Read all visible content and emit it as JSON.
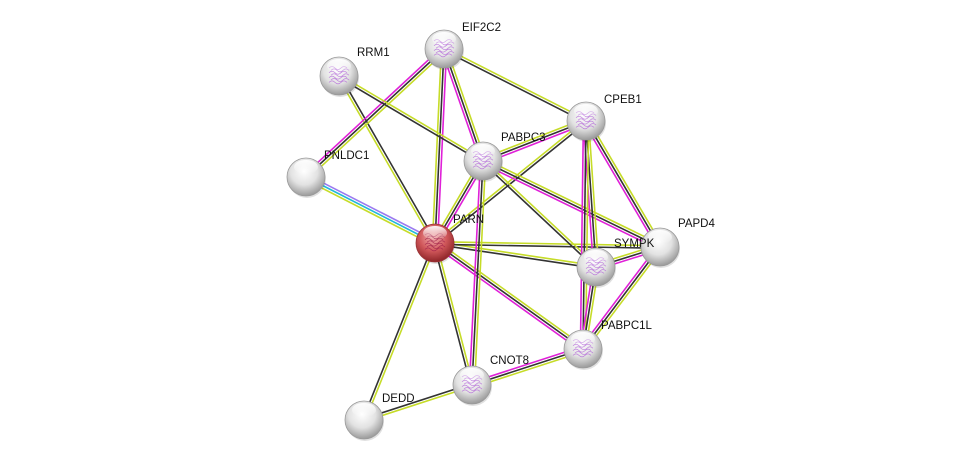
{
  "title": "Protein interaction network",
  "colors": {
    "node_default": "#d8d8d8",
    "node_query": "#d9494e",
    "edge_textmining": "#c6dc28",
    "edge_coexpression": "#333333",
    "edge_experiments": "#e020d8",
    "edge_database": "#22b8d8",
    "edge_homology": "#9a7af0"
  },
  "nodes": [
    {
      "id": "PARN",
      "label": "PARN",
      "query": true,
      "structure": true
    },
    {
      "id": "EIF2C2",
      "label": "EIF2C2",
      "query": false,
      "structure": true
    },
    {
      "id": "RRM1",
      "label": "RRM1",
      "query": false,
      "structure": true
    },
    {
      "id": "PNLDC1",
      "label": "PNLDC1",
      "query": false,
      "structure": false
    },
    {
      "id": "PABPC3",
      "label": "PABPC3",
      "query": false,
      "structure": true
    },
    {
      "id": "CPEB1",
      "label": "CPEB1",
      "query": false,
      "structure": true
    },
    {
      "id": "PAPD4",
      "label": "PAPD4",
      "query": false,
      "structure": false
    },
    {
      "id": "SYMPK",
      "label": "SYMPK",
      "query": false,
      "structure": true
    },
    {
      "id": "PABPC1L",
      "label": "PABPC1L",
      "query": false,
      "structure": true
    },
    {
      "id": "CNOT8",
      "label": "CNOT8",
      "query": false,
      "structure": true
    },
    {
      "id": "DEDD",
      "label": "DEDD",
      "query": false,
      "structure": false
    }
  ],
  "edges": [
    {
      "a": "PARN",
      "b": "PNLDC1",
      "types": [
        "textmining",
        "database",
        "homology"
      ]
    },
    {
      "a": "PARN",
      "b": "EIF2C2",
      "types": [
        "textmining",
        "coexpression",
        "experiments"
      ]
    },
    {
      "a": "PARN",
      "b": "RRM1",
      "types": [
        "textmining",
        "coexpression"
      ]
    },
    {
      "a": "PARN",
      "b": "PABPC3",
      "types": [
        "textmining",
        "coexpression",
        "experiments"
      ]
    },
    {
      "a": "PARN",
      "b": "CPEB1",
      "types": [
        "textmining",
        "coexpression"
      ]
    },
    {
      "a": "PARN",
      "b": "SYMPK",
      "types": [
        "textmining",
        "coexpression"
      ]
    },
    {
      "a": "PARN",
      "b": "PAPD4",
      "types": [
        "textmining",
        "coexpression"
      ]
    },
    {
      "a": "PARN",
      "b": "PABPC1L",
      "types": [
        "textmining",
        "coexpression",
        "experiments"
      ]
    },
    {
      "a": "PARN",
      "b": "CNOT8",
      "types": [
        "textmining",
        "coexpression"
      ]
    },
    {
      "a": "PARN",
      "b": "DEDD",
      "types": [
        "textmining",
        "coexpression"
      ]
    },
    {
      "a": "EIF2C2",
      "b": "PNLDC1",
      "types": [
        "textmining",
        "coexpression",
        "experiments"
      ]
    },
    {
      "a": "EIF2C2",
      "b": "PABPC3",
      "types": [
        "textmining",
        "coexpression",
        "experiments"
      ]
    },
    {
      "a": "EIF2C2",
      "b": "CPEB1",
      "types": [
        "textmining",
        "coexpression"
      ]
    },
    {
      "a": "RRM1",
      "b": "PABPC3",
      "types": [
        "textmining",
        "coexpression"
      ]
    },
    {
      "a": "PABPC3",
      "b": "CPEB1",
      "types": [
        "textmining",
        "coexpression",
        "experiments"
      ]
    },
    {
      "a": "PABPC3",
      "b": "PAPD4",
      "types": [
        "textmining",
        "coexpression",
        "experiments"
      ]
    },
    {
      "a": "PABPC3",
      "b": "SYMPK",
      "types": [
        "textmining",
        "coexpression"
      ]
    },
    {
      "a": "PABPC3",
      "b": "CNOT8",
      "types": [
        "textmining",
        "coexpression",
        "experiments"
      ]
    },
    {
      "a": "CPEB1",
      "b": "PAPD4",
      "types": [
        "textmining",
        "coexpression",
        "experiments"
      ]
    },
    {
      "a": "CPEB1",
      "b": "SYMPK",
      "types": [
        "textmining",
        "coexpression",
        "experiments"
      ]
    },
    {
      "a": "CPEB1",
      "b": "PABPC1L",
      "types": [
        "textmining",
        "coexpression",
        "experiments"
      ]
    },
    {
      "a": "SYMPK",
      "b": "PAPD4",
      "types": [
        "textmining",
        "coexpression",
        "experiments"
      ]
    },
    {
      "a": "SYMPK",
      "b": "PABPC1L",
      "types": [
        "textmining",
        "coexpression",
        "experiments"
      ]
    },
    {
      "a": "PAPD4",
      "b": "PABPC1L",
      "types": [
        "textmining",
        "coexpression",
        "experiments"
      ]
    },
    {
      "a": "PABPC1L",
      "b": "CNOT8",
      "types": [
        "textmining",
        "coexpression",
        "experiments"
      ]
    },
    {
      "a": "CNOT8",
      "b": "DEDD",
      "types": [
        "textmining",
        "coexpression"
      ]
    }
  ]
}
